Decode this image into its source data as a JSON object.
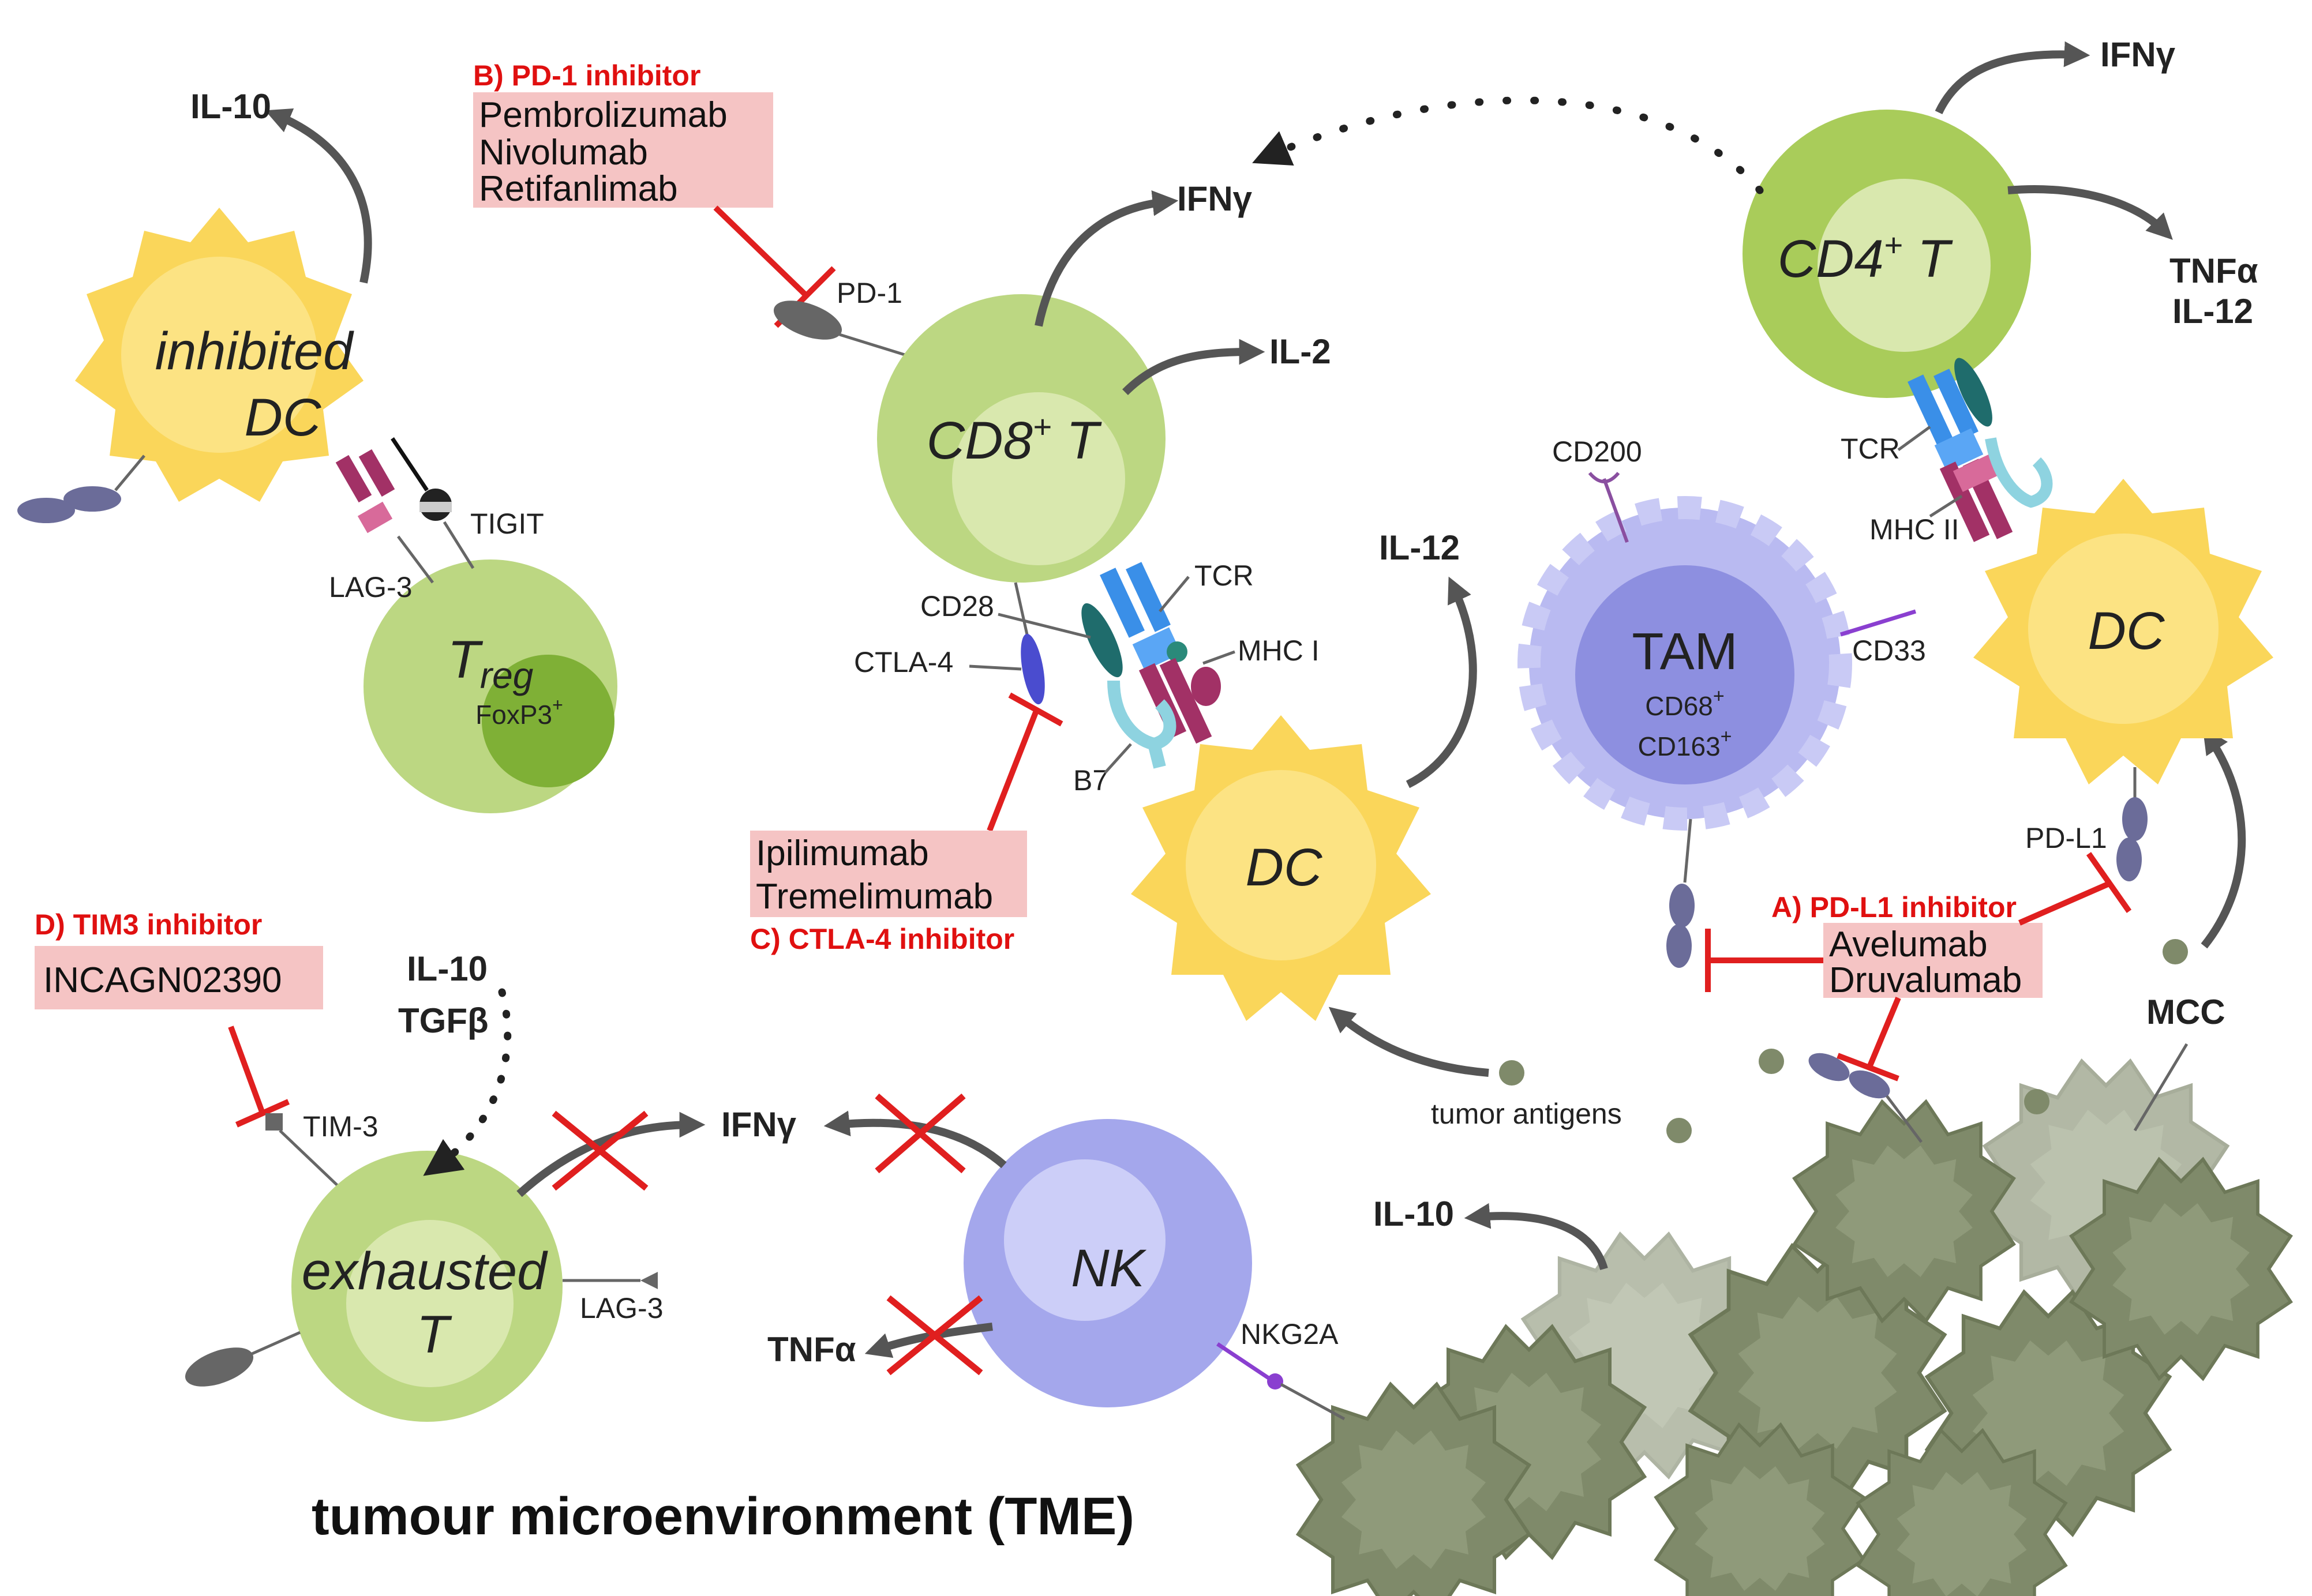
{
  "title": "tumour microenvironment (TME)",
  "colors": {
    "t_cell": "#bcd782",
    "t_cell_inner": "#d9e8ae",
    "dc": "#fad65a",
    "dc_inner": "#fce383",
    "nk": "#a4a7ec",
    "tam": "#b9baf1",
    "tumor": "#7f8a6a",
    "inhibitor": "#e01f1f",
    "drug_box": "#f5c4c4"
  },
  "cells": {
    "inhibited_dc": {
      "line1": "inhibited",
      "line2": "DC"
    },
    "treg": {
      "main": "T",
      "sub": "reg",
      "marker_base": "FoxP3",
      "marker_sup": "+"
    },
    "cd8": {
      "base": "CD8",
      "sup": "+",
      "suffix": " T"
    },
    "cd4": {
      "base": "CD4",
      "sup": "+",
      "suffix": " T"
    },
    "dc_center": "DC",
    "dc_right": "DC",
    "tam": {
      "name": "TAM",
      "m1_base": "CD68",
      "m1_sup": "+",
      "m2_base": "CD163",
      "m2_sup": "+"
    },
    "exhausted": {
      "line1": "exhausted",
      "line2": "T"
    },
    "nk": "NK",
    "mcc": "MCC"
  },
  "receptors": {
    "tigit": "TIGIT",
    "lag3_treg": "LAG-3",
    "pd1": "PD-1",
    "cd28": "CD28",
    "ctla4": "CTLA-4",
    "tcr_cd8": "TCR",
    "mhc1": "MHC I",
    "b7": "B7",
    "cd200": "CD200",
    "cd33": "CD33",
    "tcr_cd4": "TCR",
    "mhc2": "MHC II",
    "pdl1": "PD-L1",
    "tim3": "TIM-3",
    "lag3_exh": "LAG-3",
    "nkg2a": "NKG2A"
  },
  "cytokines": {
    "il10_dc": "IL-10",
    "ifng_cd8": "IFNγ",
    "il2": "IL-2",
    "ifng_cd4": "IFNγ",
    "tnfa_cd4": "TNFα",
    "il12_cd4": "IL-12",
    "il12_dc": "IL-12",
    "il10_exh": "IL-10",
    "tgfb": "TGFβ",
    "ifng_exh": "IFNγ",
    "tnfa_nk": "TNFα",
    "il10_mcc": "IL-10",
    "tumor_antigens": "tumor antigens"
  },
  "inhibitors": {
    "pd1": {
      "title": "B) PD-1 inhibitor",
      "drugs": [
        "Pembrolizumab",
        "Nivolumab",
        "Retifanlimab"
      ]
    },
    "ctla4": {
      "title": "C) CTLA-4 inhibitor",
      "drugs": [
        "Ipilimumab",
        "Tremelimumab"
      ]
    },
    "pdl1": {
      "title": "A) PD-L1 inhibitor",
      "drugs": [
        "Avelumab",
        "Druvalumab"
      ]
    },
    "tim3": {
      "title": "D) TIM3 inhibitor",
      "drugs": [
        "INCAGN02390"
      ]
    }
  }
}
